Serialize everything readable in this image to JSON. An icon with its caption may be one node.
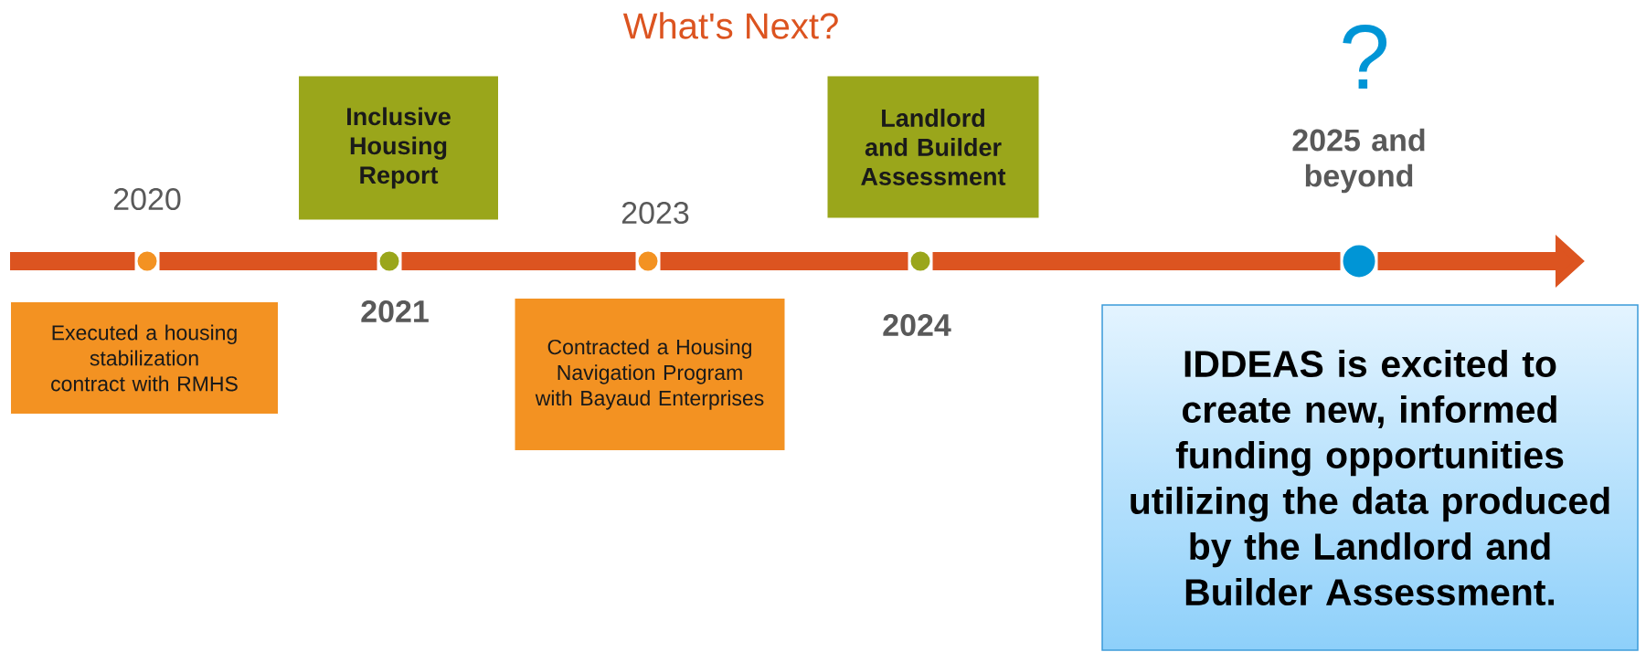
{
  "diagram": {
    "title": "What's Next?",
    "nodes": [
      {
        "text": [
          "Executed a housing stabilization contract with RMHS"
        ]
      },
      {
        "text": [
          "Inclusive Housing Report"
        ]
      },
      {
        "text": [
          "Contracted a Housing Navigation Program with Bayaud Enterprises"
        ]
      },
      {
        "text": [
          "Landlord and Builder Assessment"
        ]
      },
      {
        "text": [
          "IDDEAS is excited to create new, informed funding opportunities utilizing the data produced by the Landlord and Builder Assessment."
        ]
      },
      {
        "text": [],
        "shape": "circle"
      },
      {
        "text": [],
        "shape": "circle"
      },
      {
        "text": [],
        "shape": "circle"
      },
      {
        "text": [],
        "shape": "circle"
      },
      {
        "text": [],
        "shape": "circle"
      }
    ],
    "edges": [
      {
        "from": null,
        "to": 5,
        "arrow": "none"
      },
      {
        "from": 5,
        "to": 6,
        "arrow": "none"
      },
      {
        "from": 6,
        "to": 7,
        "arrow": "none"
      },
      {
        "from": 7,
        "to": 8,
        "arrow": "none"
      },
      {
        "from": 8,
        "to": 9,
        "arrow": "none"
      },
      {
        "from": 9,
        "to": null,
        "arrow": "to"
      }
    ],
    "labels": [
      "?",
      "2025 and beyond",
      "2020",
      "2023",
      "2021",
      "2024"
    ]
  }
}
